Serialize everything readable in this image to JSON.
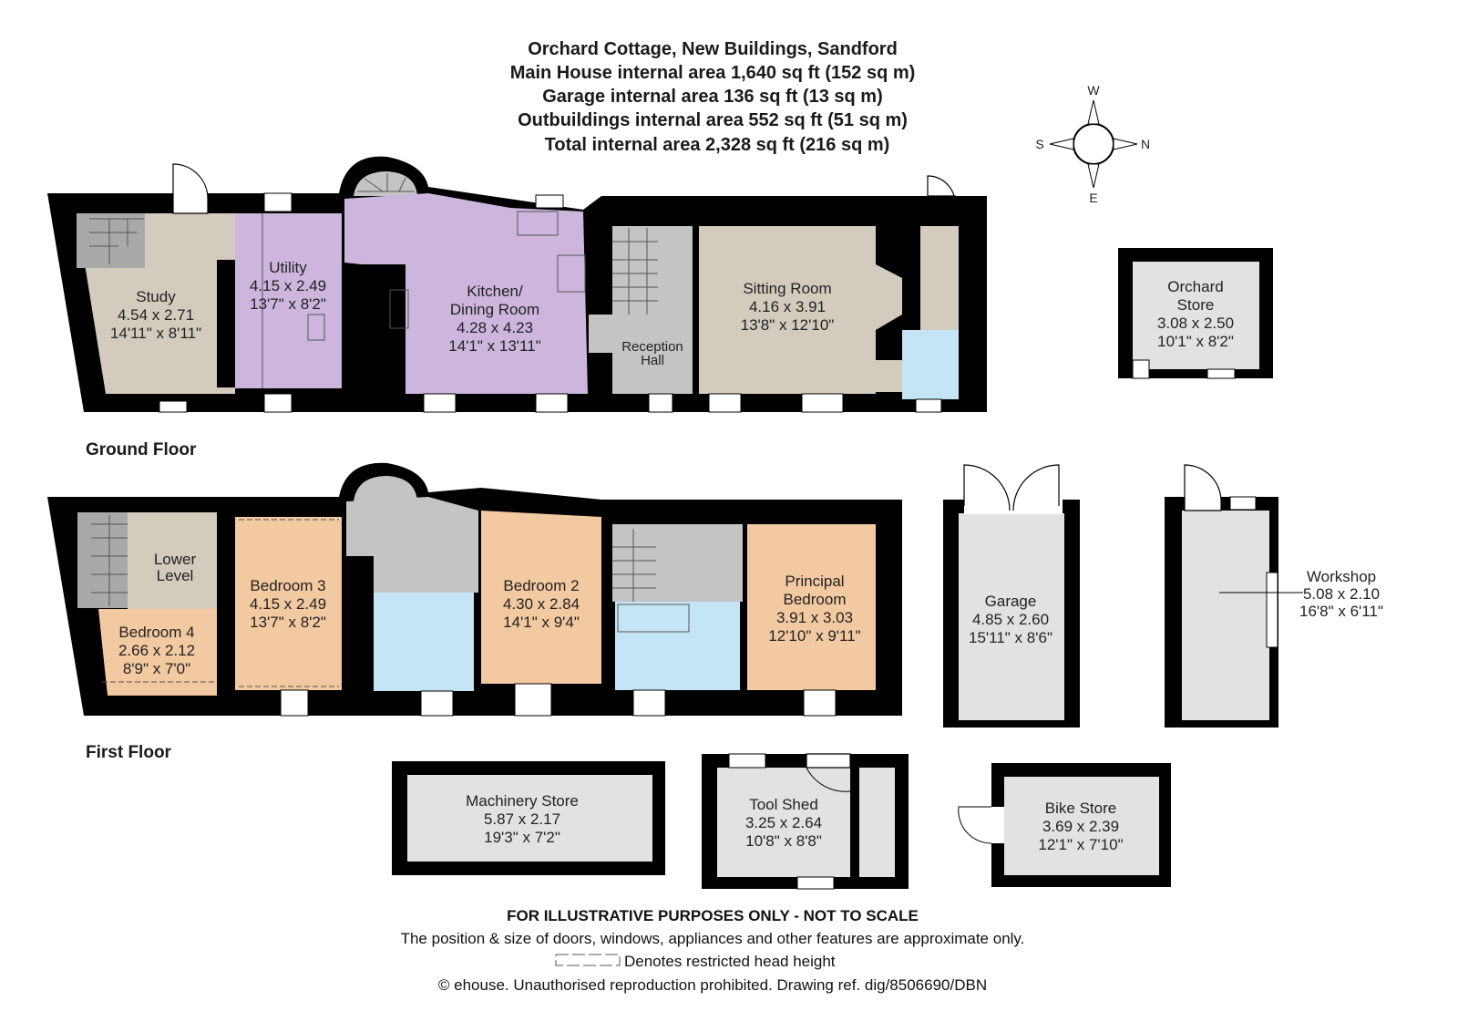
{
  "header": {
    "title": "Orchard Cottage, New Buildings, Sandford",
    "areas": [
      "Main House internal area 1,640 sq ft (152 sq m)",
      "Garage internal area 136 sq ft (13 sq m)",
      "Outbuildings internal area 552 sq ft (51 sq m)",
      "Total internal area 2,328 sq ft (216 sq m)"
    ]
  },
  "compass": {
    "top": "W",
    "bottom": "E",
    "left": "S",
    "right": "N"
  },
  "floors": {
    "ground": "Ground Floor",
    "first": "First Floor"
  },
  "colors": {
    "wall": "#000000",
    "study_sitting": "#d3cbbd",
    "kitchen_utility": "#cdb6dd",
    "circulation": "#c4c4c4",
    "bathroom": "#c5e5f6",
    "bedroom": "#f2c9a0",
    "outbuilding": "#e2e2e2"
  },
  "rooms": {
    "study": {
      "name": "Study",
      "metric": "4.54 x 2.71",
      "imperial": "14'11\" x 8'11\""
    },
    "utility": {
      "name": "Utility",
      "metric": "4.15 x 2.49",
      "imperial": "13'7\" x 8'2\""
    },
    "kitchen": {
      "name": "Kitchen/",
      "name2": "Dining Room",
      "metric": "4.28 x 4.23",
      "imperial": "14'1\" x 13'11\""
    },
    "reception": {
      "name": "Reception",
      "name2": "Hall"
    },
    "sitting": {
      "name": "Sitting Room",
      "metric": "4.16 x 3.91",
      "imperial": "13'8\" x 12'10\""
    },
    "orchard_store": {
      "name": "Orchard",
      "name2": "Store",
      "metric": "3.08 x 2.50",
      "imperial": "10'1\" x 8'2\""
    },
    "lower_level": {
      "name": "Lower",
      "name2": "Level"
    },
    "bedroom4": {
      "name": "Bedroom 4",
      "metric": "2.66 x 2.12",
      "imperial": "8'9\" x 7'0\""
    },
    "bedroom3": {
      "name": "Bedroom 3",
      "metric": "4.15 x 2.49",
      "imperial": "13'7\" x 8'2\""
    },
    "bedroom2": {
      "name": "Bedroom 2",
      "metric": "4.30 x 2.84",
      "imperial": "14'1\" x 9'4\""
    },
    "principal": {
      "name": "Principal",
      "name2": "Bedroom",
      "metric": "3.91 x 3.03",
      "imperial": "12'10\" x 9'11\""
    },
    "garage": {
      "name": "Garage",
      "metric": "4.85 x 2.60",
      "imperial": "15'11\" x 8'6\""
    },
    "workshop": {
      "name": "Workshop",
      "metric": "5.08 x 2.10",
      "imperial": "16'8\" x 6'11\""
    },
    "machinery": {
      "name": "Machinery Store",
      "metric": "5.87 x 2.17",
      "imperial": "19'3\" x 7'2\""
    },
    "tool_shed": {
      "name": "Tool Shed",
      "metric": "3.25 x 2.64",
      "imperial": "10'8\" x 8'8\""
    },
    "bike_store": {
      "name": "Bike Store",
      "metric": "3.69 x 2.39",
      "imperial": "12'1\" x 7'10\""
    }
  },
  "footer": {
    "disclaimer": "FOR ILLUSTRATIVE PURPOSES ONLY - NOT TO SCALE",
    "note": "The position & size of doors, windows, appliances and other features are approximate only.",
    "legend": "Denotes restricted head height",
    "copyright": "© ehouse. Unauthorised reproduction prohibited. Drawing ref. dig/8506690/DBN"
  }
}
